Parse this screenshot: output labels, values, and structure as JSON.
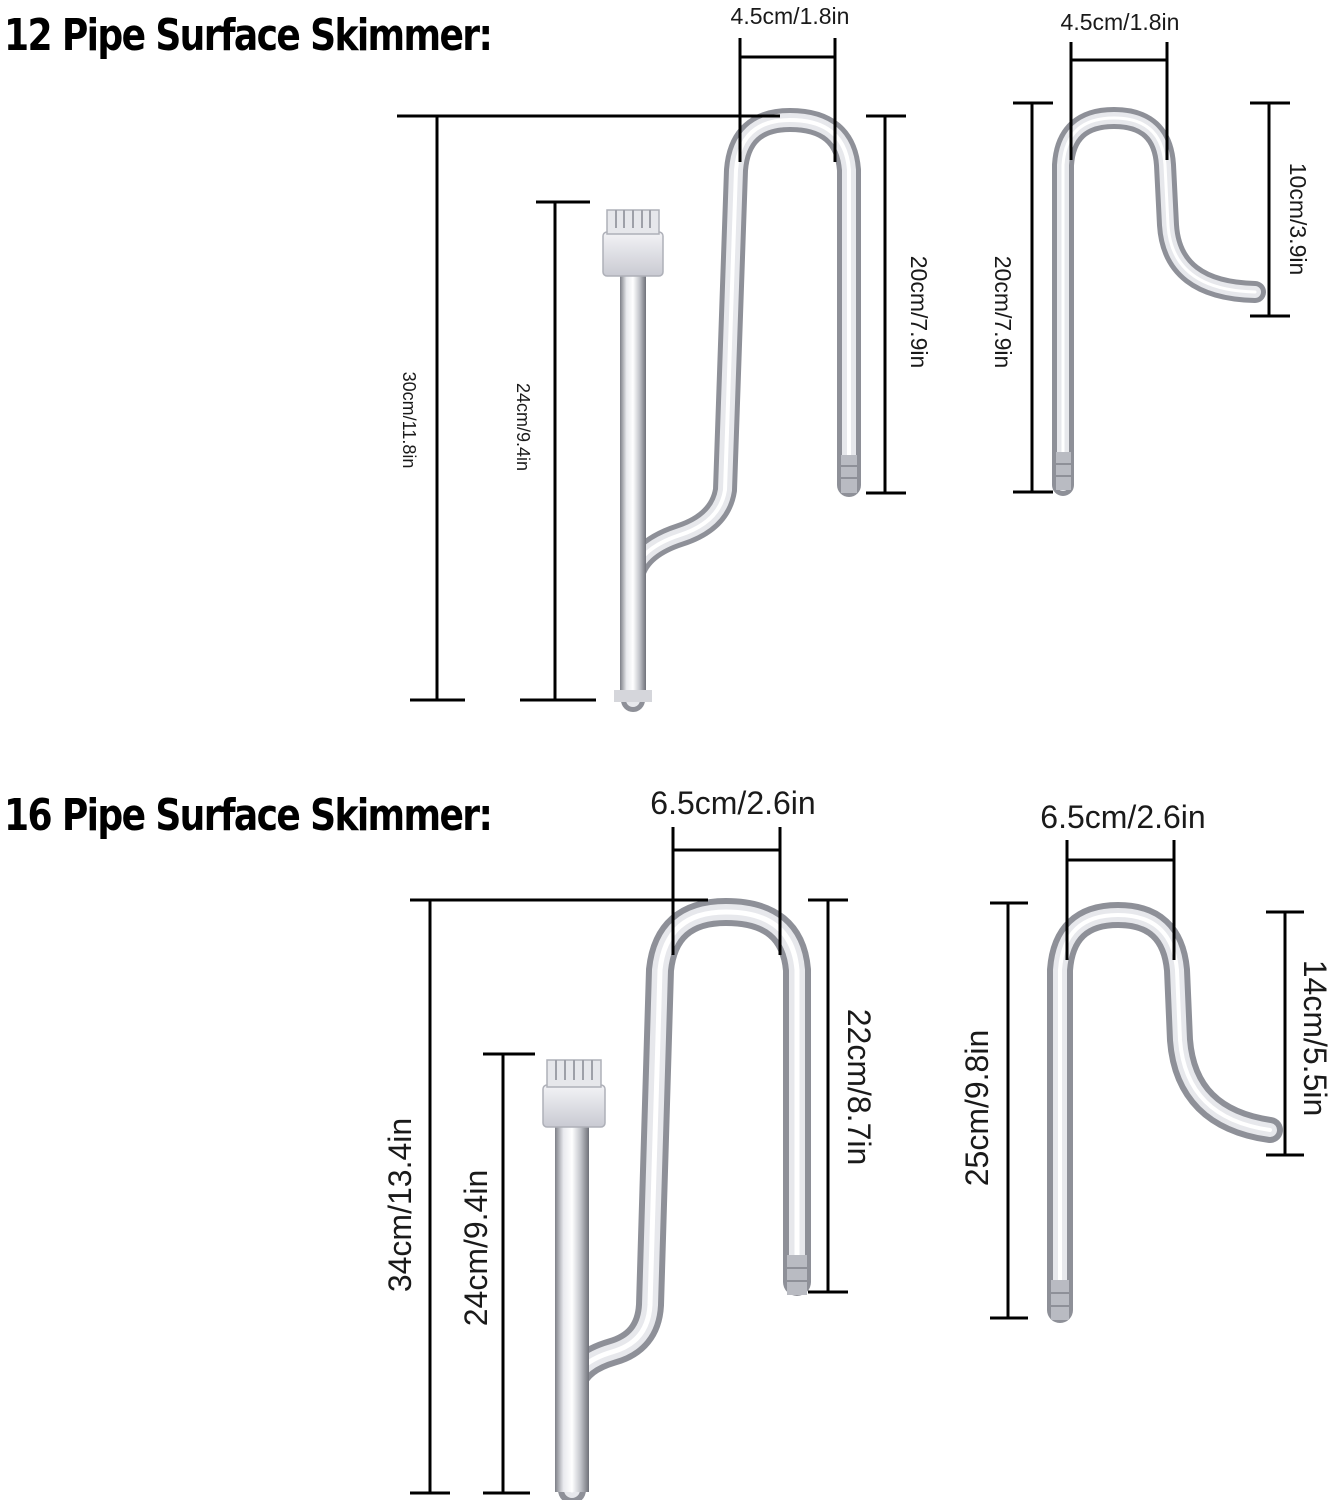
{
  "sections": {
    "pipe12": {
      "title": "12 Pipe Surface Skimmer:",
      "inflow": {
        "width": "4.5cm/1.8in",
        "total_height": "30cm/11.8in",
        "skimmer_height": "24cm/9.4in",
        "outer_leg": "20cm/7.9in"
      },
      "outflow": {
        "width": "4.5cm/1.8in",
        "total_height": "20cm/7.9in",
        "drop": "10cm/3.9in"
      }
    },
    "pipe16": {
      "title": "16 Pipe Surface Skimmer:",
      "inflow": {
        "width": "6.5cm/2.6in",
        "total_height": "34cm/13.4in",
        "skimmer_height": "24cm/9.4in",
        "outer_leg": "22cm/8.7in"
      },
      "outflow": {
        "width": "6.5cm/2.6in",
        "total_height": "25cm/9.8in",
        "drop": "14cm/5.5in"
      }
    }
  },
  "colors": {
    "background": "#ffffff",
    "pipe_light": "#f4f4f6",
    "pipe_mid": "#c9cad0",
    "pipe_dark": "#8e9098",
    "dimension_line": "#000000"
  }
}
